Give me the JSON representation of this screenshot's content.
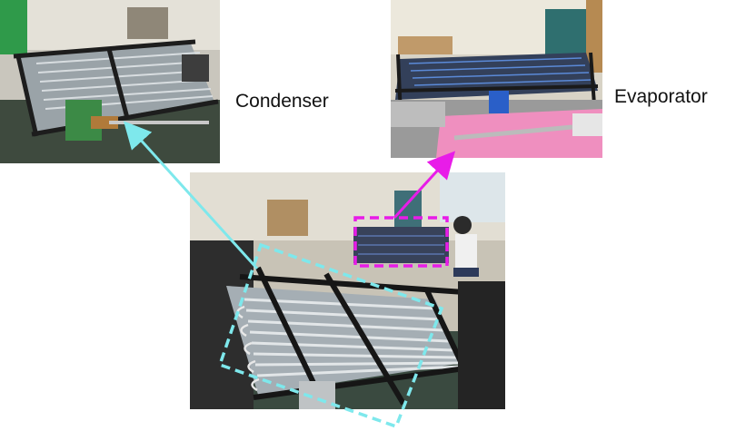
{
  "labels": {
    "condenser": "Condenser",
    "evaporator": "Evaporator"
  },
  "photos": {
    "condenser": "condenser-photo",
    "evaporator": "evaporator-photo",
    "overview": "overview-photo"
  },
  "colors": {
    "condenser_arrow": "#7ee8ec",
    "evaporator_arrow": "#e81ce8"
  }
}
